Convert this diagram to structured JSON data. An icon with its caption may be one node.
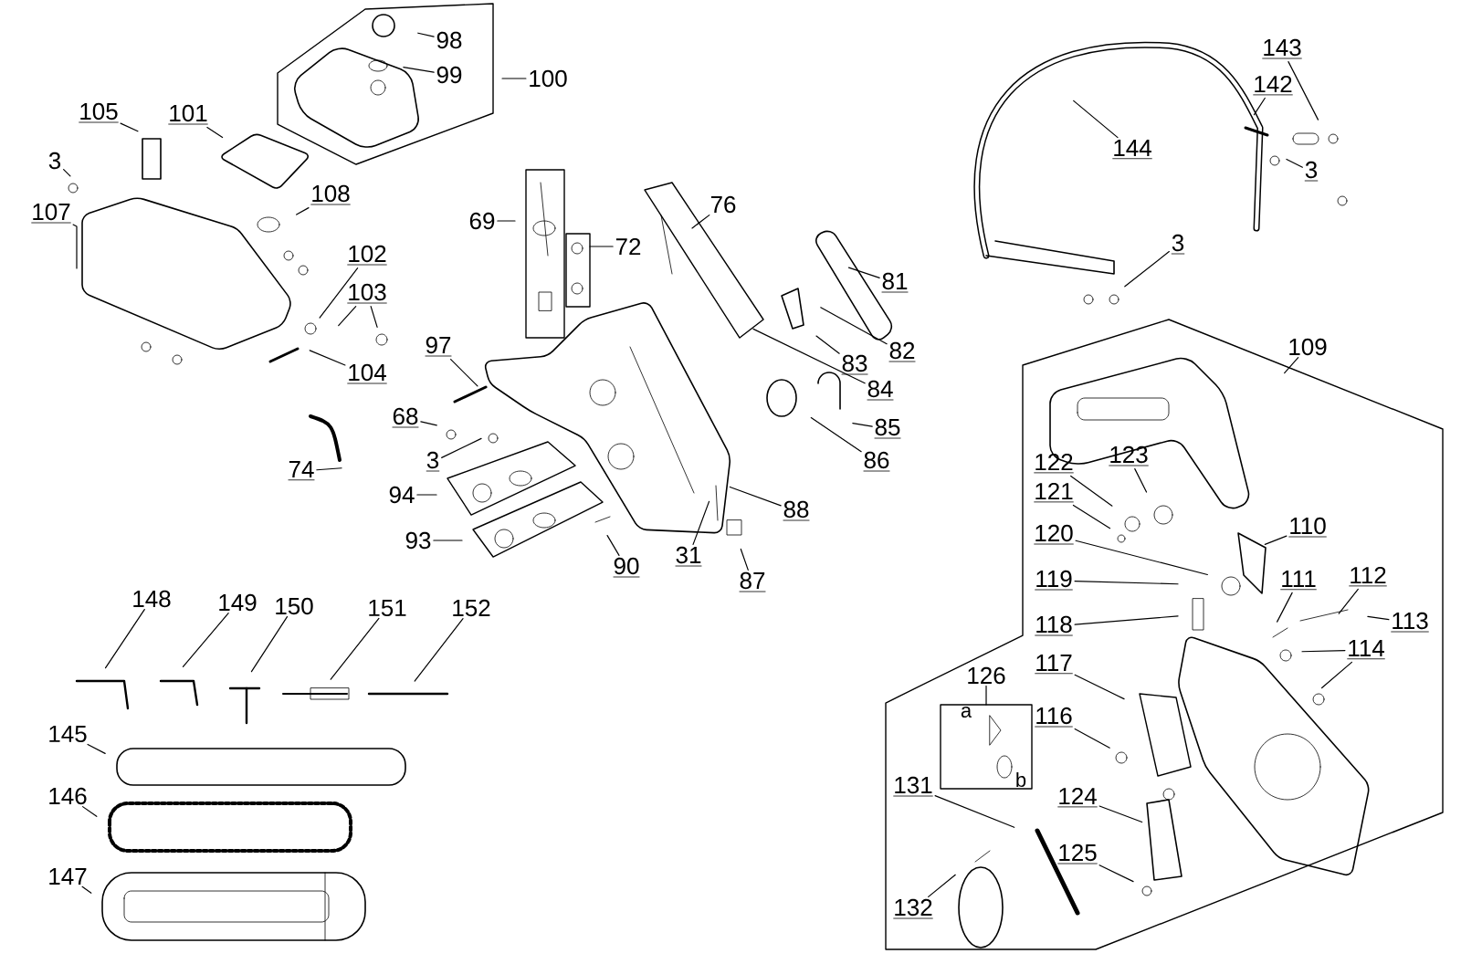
{
  "diagram": {
    "nodes": [
      {
        "text": [
          "98"
        ]
      },
      {
        "text": [
          "99"
        ]
      },
      {
        "text": [
          "100"
        ]
      },
      {
        "text": [
          "105"
        ]
      },
      {
        "text": [
          "101"
        ]
      },
      {
        "text": [
          "3"
        ]
      },
      {
        "text": [
          "107"
        ]
      },
      {
        "text": [
          "108"
        ]
      },
      {
        "text": [
          "102"
        ]
      },
      {
        "text": [
          "103"
        ]
      },
      {
        "text": [
          "104"
        ]
      },
      {
        "text": [
          "69"
        ]
      },
      {
        "text": [
          "72"
        ]
      },
      {
        "text": [
          "76"
        ]
      },
      {
        "text": [
          "81"
        ]
      },
      {
        "text": [
          "82"
        ]
      },
      {
        "text": [
          "83"
        ]
      },
      {
        "text": [
          "84"
        ]
      },
      {
        "text": [
          "85"
        ]
      },
      {
        "text": [
          "86"
        ]
      },
      {
        "text": [
          "97"
        ]
      },
      {
        "text": [
          "68"
        ]
      },
      {
        "text": [
          "3"
        ]
      },
      {
        "text": [
          "74"
        ]
      },
      {
        "text": [
          "94"
        ]
      },
      {
        "text": [
          "93"
        ]
      },
      {
        "text": [
          "88"
        ]
      },
      {
        "text": [
          "90"
        ]
      },
      {
        "text": [
          "31"
        ]
      },
      {
        "text": [
          "87"
        ]
      },
      {
        "text": [
          "148"
        ]
      },
      {
        "text": [
          "149"
        ]
      },
      {
        "text": [
          "150"
        ]
      },
      {
        "text": [
          "151"
        ]
      },
      {
        "text": [
          "152"
        ]
      },
      {
        "text": [
          "145"
        ]
      },
      {
        "text": [
          "146"
        ]
      },
      {
        "text": [
          "147"
        ]
      },
      {
        "text": [
          "144"
        ]
      },
      {
        "text": [
          "143"
        ]
      },
      {
        "text": [
          "142"
        ]
      },
      {
        "text": [
          "3"
        ]
      },
      {
        "text": [
          "3"
        ]
      },
      {
        "text": [
          "109"
        ]
      },
      {
        "text": [
          "110"
        ]
      },
      {
        "text": [
          "122"
        ]
      },
      {
        "text": [
          "123"
        ]
      },
      {
        "text": [
          "121"
        ]
      },
      {
        "text": [
          "120"
        ]
      },
      {
        "text": [
          "119"
        ]
      },
      {
        "text": [
          "118"
        ]
      },
      {
        "text": [
          "111"
        ]
      },
      {
        "text": [
          "112"
        ]
      },
      {
        "text": [
          "113"
        ]
      },
      {
        "text": [
          "114"
        ]
      },
      {
        "text": [
          "117"
        ]
      },
      {
        "text": [
          "116"
        ]
      },
      {
        "text": [
          "126"
        ]
      },
      {
        "text": [
          "131"
        ]
      },
      {
        "text": [
          "124"
        ]
      },
      {
        "text": [
          "125"
        ]
      },
      {
        "text": [
          "132"
        ]
      }
    ],
    "edges": [
      {
        "from": 0,
        "to": null,
        "arrow": "none"
      },
      {
        "from": 1,
        "to": null,
        "arrow": "none"
      },
      {
        "from": 2,
        "to": null,
        "arrow": "none"
      },
      {
        "from": 3,
        "to": null,
        "arrow": "none"
      },
      {
        "from": 4,
        "to": null,
        "arrow": "none"
      },
      {
        "from": 5,
        "to": null,
        "arrow": "none"
      },
      {
        "from": 6,
        "to": null,
        "arrow": "none"
      },
      {
        "from": 7,
        "to": null,
        "arrow": "none"
      },
      {
        "from": 8,
        "to": null,
        "arrow": "none"
      },
      {
        "from": 9,
        "to": null,
        "arrow": "none"
      },
      {
        "from": 9,
        "to": null,
        "arrow": "none"
      },
      {
        "from": 10,
        "to": null,
        "arrow": "none"
      },
      {
        "from": 11,
        "to": null,
        "arrow": "none"
      },
      {
        "from": 12,
        "to": null,
        "arrow": "none"
      },
      {
        "from": 13,
        "to": null,
        "arrow": "none"
      },
      {
        "from": 14,
        "to": null,
        "arrow": "none"
      },
      {
        "from": 15,
        "to": null,
        "arrow": "none"
      },
      {
        "from": 16,
        "to": null,
        "arrow": "none"
      },
      {
        "from": 17,
        "to": null,
        "arrow": "none"
      },
      {
        "from": 18,
        "to": null,
        "arrow": "none"
      },
      {
        "from": 19,
        "to": null,
        "arrow": "none"
      },
      {
        "from": 20,
        "to": null,
        "arrow": "none"
      },
      {
        "from": 21,
        "to": null,
        "arrow": "none"
      },
      {
        "from": 22,
        "to": null,
        "arrow": "none"
      },
      {
        "from": 23,
        "to": null,
        "arrow": "none"
      },
      {
        "from": 24,
        "to": null,
        "arrow": "none"
      },
      {
        "from": 25,
        "to": null,
        "arrow": "none"
      },
      {
        "from": 26,
        "to": null,
        "arrow": "none"
      },
      {
        "from": 27,
        "to": null,
        "arrow": "none"
      },
      {
        "from": 28,
        "to": null,
        "arrow": "none"
      },
      {
        "from": 29,
        "to": null,
        "arrow": "none"
      },
      {
        "from": 30,
        "to": null,
        "arrow": "none"
      },
      {
        "from": 31,
        "to": null,
        "arrow": "none"
      },
      {
        "from": 32,
        "to": null,
        "arrow": "none"
      },
      {
        "from": 33,
        "to": null,
        "arrow": "none"
      },
      {
        "from": 34,
        "to": null,
        "arrow": "none"
      },
      {
        "from": 35,
        "to": null,
        "arrow": "none"
      },
      {
        "from": 36,
        "to": null,
        "arrow": "none"
      },
      {
        "from": 37,
        "to": null,
        "arrow": "none"
      },
      {
        "from": 38,
        "to": null,
        "arrow": "none"
      },
      {
        "from": 39,
        "to": null,
        "arrow": "none"
      },
      {
        "from": 40,
        "to": null,
        "arrow": "none"
      },
      {
        "from": 41,
        "to": null,
        "arrow": "none"
      },
      {
        "from": 42,
        "to": null,
        "arrow": "none"
      },
      {
        "from": 43,
        "to": null,
        "arrow": "none"
      },
      {
        "from": 44,
        "to": null,
        "arrow": "none"
      },
      {
        "from": 45,
        "to": null,
        "arrow": "none"
      },
      {
        "from": 46,
        "to": null,
        "arrow": "none"
      },
      {
        "from": 47,
        "to": null,
        "arrow": "none"
      },
      {
        "from": 48,
        "to": null,
        "arrow": "none"
      },
      {
        "from": 49,
        "to": null,
        "arrow": "none"
      },
      {
        "from": 50,
        "to": null,
        "arrow": "none"
      },
      {
        "from": 51,
        "to": null,
        "arrow": "none"
      },
      {
        "from": 52,
        "to": null,
        "arrow": "none"
      },
      {
        "from": 53,
        "to": null,
        "arrow": "none"
      },
      {
        "from": 54,
        "to": null,
        "arrow": "none"
      },
      {
        "from": 54,
        "to": null,
        "arrow": "none"
      },
      {
        "from": 55,
        "to": null,
        "arrow": "none"
      },
      {
        "from": 56,
        "to": null,
        "arrow": "none"
      },
      {
        "from": 57,
        "to": null,
        "arrow": "none"
      },
      {
        "from": 58,
        "to": null,
        "arrow": "none"
      },
      {
        "from": 59,
        "to": null,
        "arrow": "none"
      },
      {
        "from": 60,
        "to": null,
        "arrow": "none"
      },
      {
        "from": 61,
        "to": null,
        "arrow": "none"
      }
    ],
    "labels": [
      "a",
      "b"
    ]
  }
}
